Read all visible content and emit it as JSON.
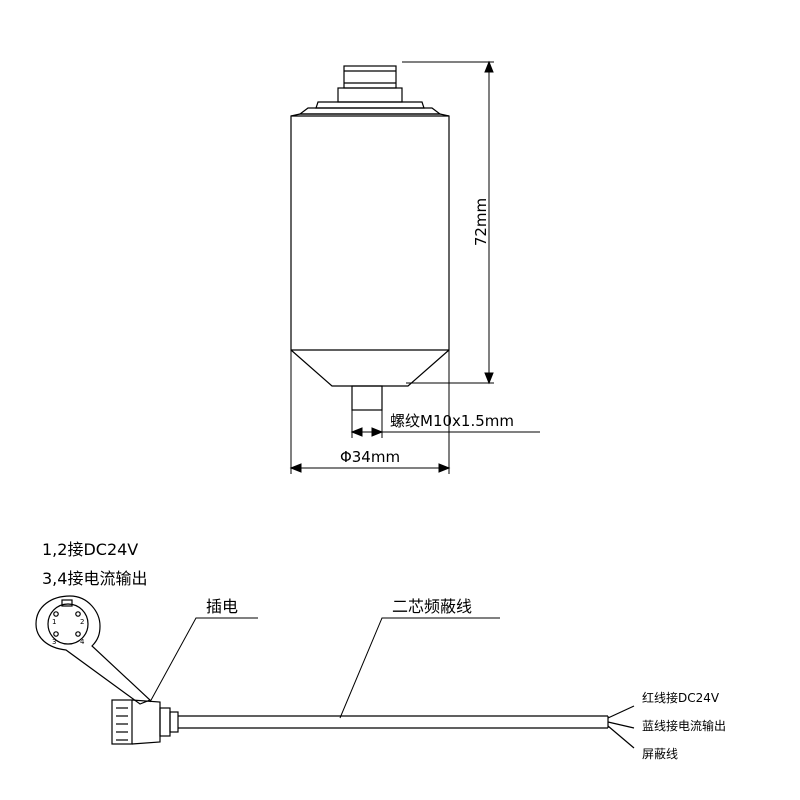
{
  "sensor_drawing": {
    "height_dim": "72mm",
    "thread_dim": "螺纹M10x1.5mm",
    "diameter_dim": "Φ34mm"
  },
  "connector": {
    "pins_note_1": "1,2接DC24V",
    "pins_note_2": "3,4接电流输出",
    "pin_labels": [
      "1",
      "2",
      "3",
      "4"
    ],
    "plug_label": "插电",
    "cable_label": "二芯频蔽线"
  },
  "wires": {
    "red": "红线接DC24V",
    "blue": "蓝线接电流输出",
    "shield": "屏蔽线"
  }
}
